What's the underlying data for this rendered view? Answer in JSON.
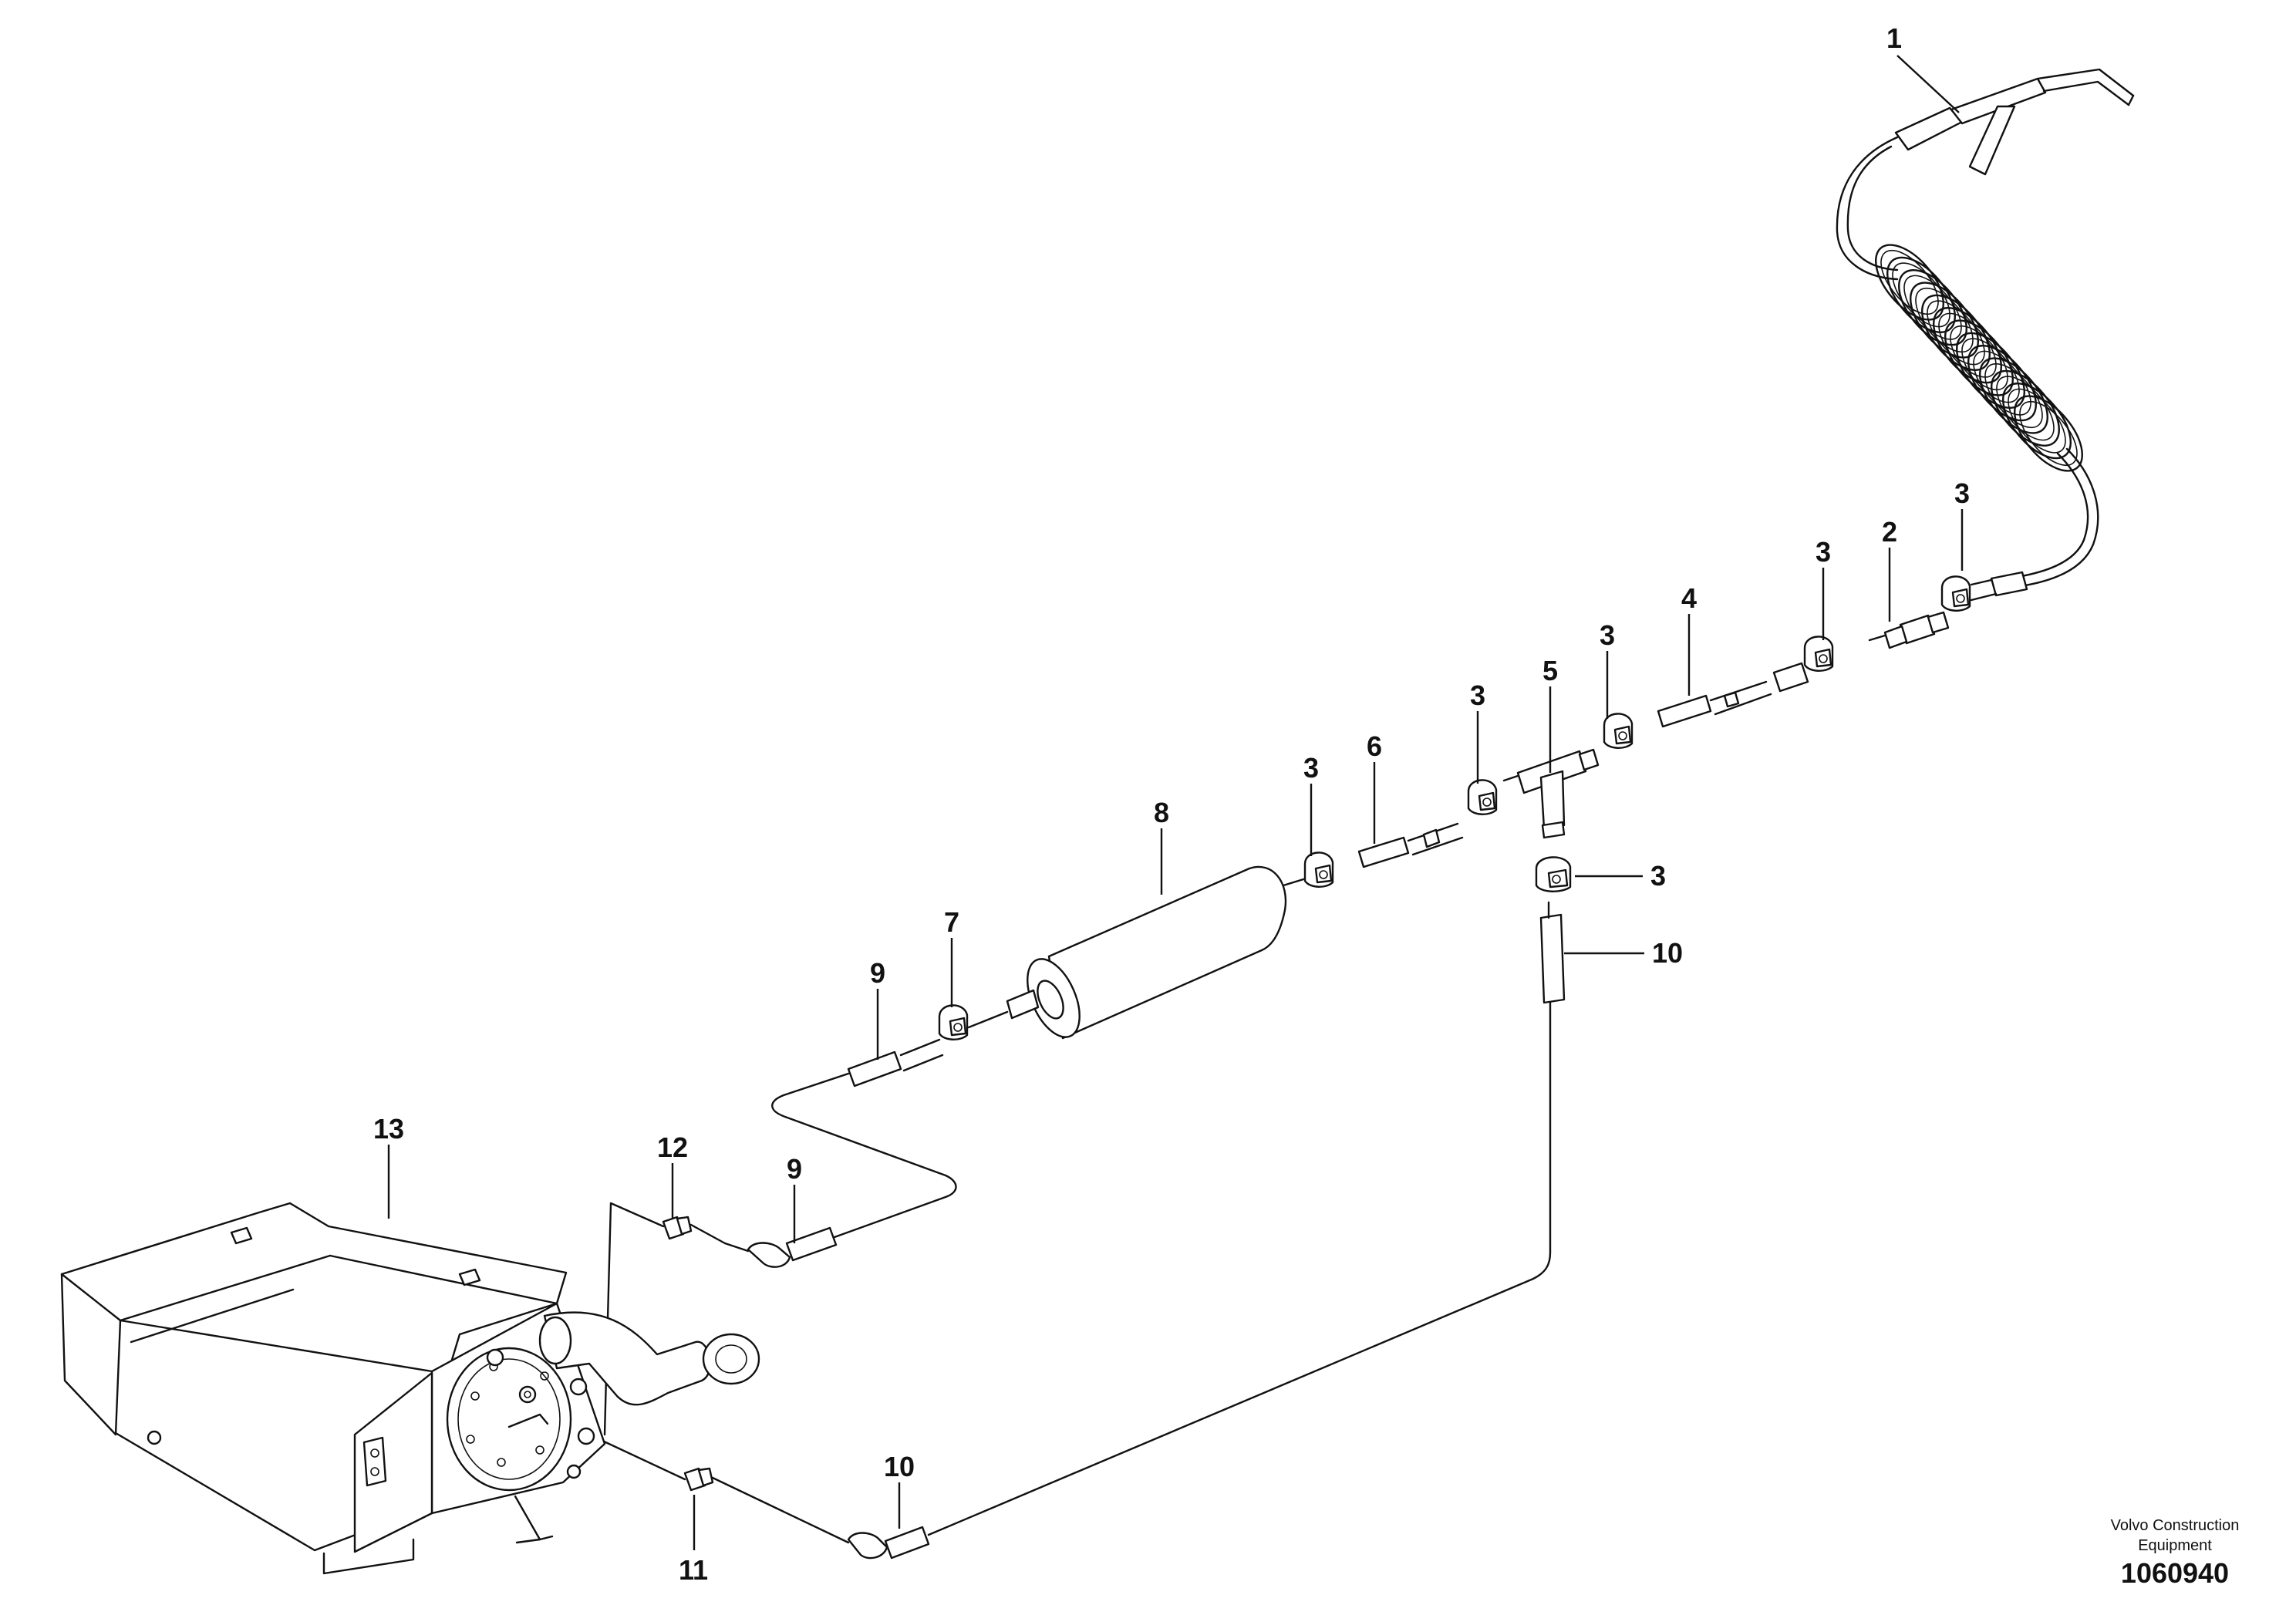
{
  "callouts": {
    "c1": "1",
    "c2": "2",
    "c3a": "3",
    "c3b": "3",
    "c3c": "3",
    "c3d": "3",
    "c3e": "3",
    "c3f": "3",
    "c4": "4",
    "c5": "5",
    "c6": "6",
    "c7": "7",
    "c8": "8",
    "c9a": "9",
    "c9b": "9",
    "c10a": "10",
    "c10b": "10",
    "c11": "11",
    "c12": "12",
    "c13": "13"
  },
  "credit": {
    "line1": "Volvo Construction",
    "line2": "Equipment"
  },
  "drawing_number": "1060940"
}
